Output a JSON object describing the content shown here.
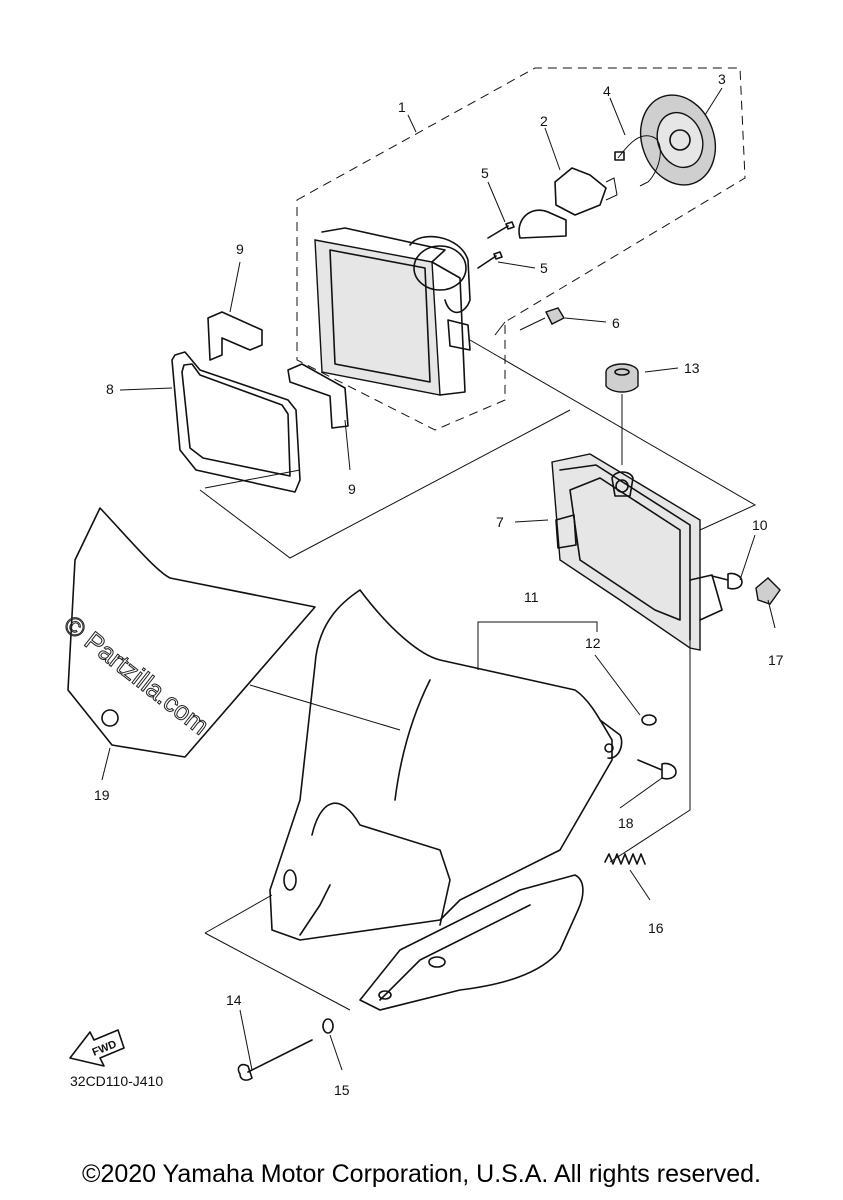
{
  "callouts": [
    "1",
    "2",
    "3",
    "4",
    "5",
    "5",
    "6",
    "7",
    "8",
    "9",
    "9",
    "10",
    "11",
    "12",
    "13",
    "14",
    "15",
    "16",
    "17",
    "18",
    "19"
  ],
  "fwd_label": "FWD",
  "diagram_code": "32CD110-J410",
  "watermark": "© Partzilla.com",
  "copyright": "©2020 Yamaha Motor Corporation, U.S.A. All rights reserved."
}
